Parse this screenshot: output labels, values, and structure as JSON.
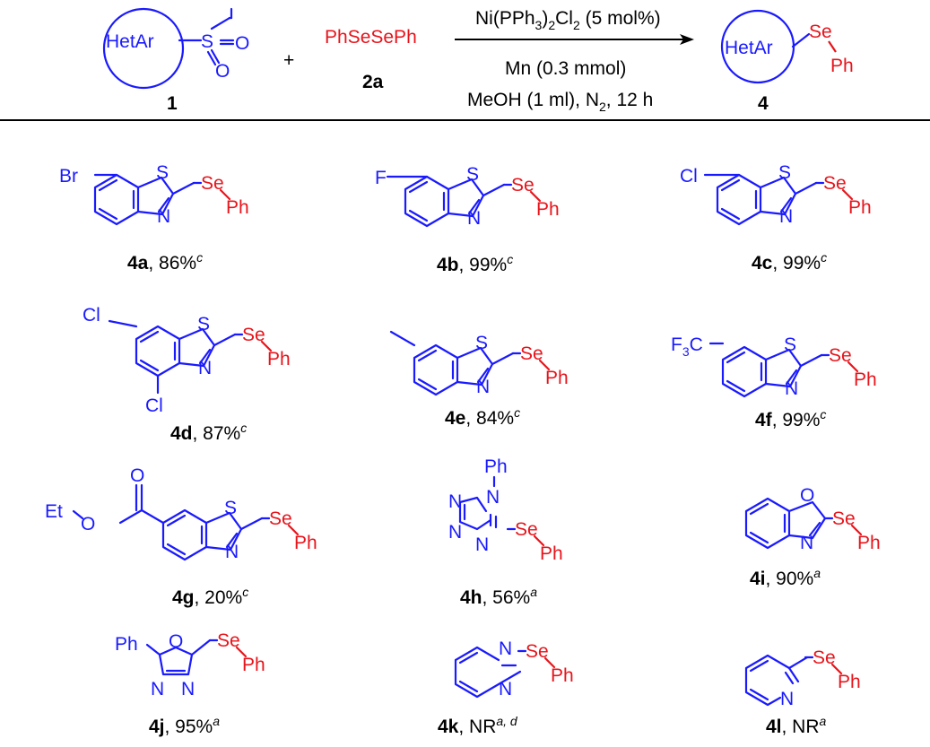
{
  "scheme": {
    "reactant_hetar": "HetAr",
    "reactant_number": "1",
    "plus": "+",
    "reagent": "PhSeSePh",
    "reagent_number": "2a",
    "product_hetar": "HetAr",
    "product_se": "Se",
    "product_ph": "Ph",
    "product_number": "4",
    "sulfonyl_s": "S",
    "sulfonyl_o1": "O",
    "sulfonyl_o2": "O",
    "cond_catalyst_a": "Ni(PPh",
    "cond_catalyst_sub1": "3",
    "cond_catalyst_b": ")",
    "cond_catalyst_sub2": "2",
    "cond_catalyst_c": "Cl",
    "cond_catalyst_sub3": "2",
    "cond_catalyst_d": " (5 mol%)",
    "cond_reductant": "Mn (0.3 mmol)",
    "cond_solvent_a": "MeOH (1 ml), N",
    "cond_solvent_sub": "2",
    "cond_solvent_b": ", 12 h"
  },
  "compounds": [
    {
      "id": "4a",
      "yield": ", 86%",
      "note": "c",
      "sub": "Br"
    },
    {
      "id": "4b",
      "yield": ", 99%",
      "note": "c",
      "sub": "F"
    },
    {
      "id": "4c",
      "yield": ", 99%",
      "note": "c",
      "sub": "Cl"
    },
    {
      "id": "4d",
      "yield": ", 87%",
      "note": "c",
      "sub": "Cl",
      "sub2": "Cl"
    },
    {
      "id": "4e",
      "yield": ", 84%",
      "note": "c"
    },
    {
      "id": "4f",
      "yield": ", 99%",
      "note": "c",
      "sub": "F",
      "sub_3": "3",
      "sub_c": "C"
    },
    {
      "id": "4g",
      "yield": ", 20%",
      "note": "c",
      "sub": "Et",
      "sub_o": "O",
      "sub_o2": "O"
    },
    {
      "id": "4h",
      "yield": ", 56%",
      "note": "a",
      "sub": "Ph"
    },
    {
      "id": "4i",
      "yield": ", 90%",
      "note": "a"
    },
    {
      "id": "4j",
      "yield": ", 95%",
      "note": "a",
      "sub": "Ph"
    },
    {
      "id": "4k",
      "yield": ", NR",
      "note": "a, d"
    },
    {
      "id": "4l",
      "yield": ", NR",
      "note": "a"
    }
  ],
  "atoms": {
    "S": "S",
    "N": "N",
    "O": "O",
    "Se": "Se",
    "Ph": "Ph"
  },
  "colors": {
    "hetero": "#1a1aff",
    "selenium": "#e8141b",
    "text": "#000000"
  }
}
